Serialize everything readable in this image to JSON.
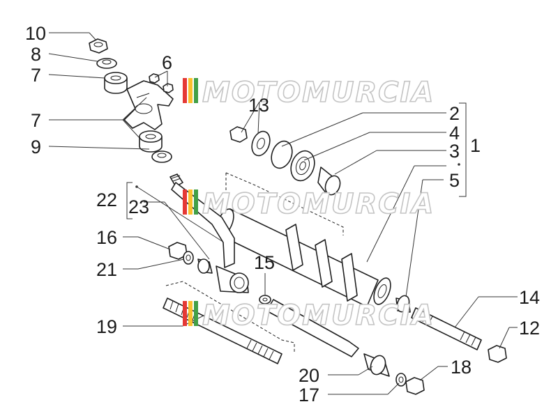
{
  "watermark": {
    "text": "MOTOMURCIA",
    "stripe_colors": [
      "#e53935",
      "#fbc02d",
      "#43a047"
    ]
  },
  "callouts": {
    "c10": "10",
    "c8": "8",
    "c7a": "7",
    "c6": "6",
    "c7b": "7",
    "c9": "9",
    "c13": "13",
    "c2": "2",
    "c4": "4",
    "c3": "3",
    "c1": "1",
    "c5": "5",
    "c22": "22",
    "c23": "23",
    "c16": "16",
    "c21": "21",
    "c15": "15",
    "c19": "19",
    "c14": "14",
    "c12": "12",
    "c20": "20",
    "c18": "18",
    "c17": "17"
  }
}
